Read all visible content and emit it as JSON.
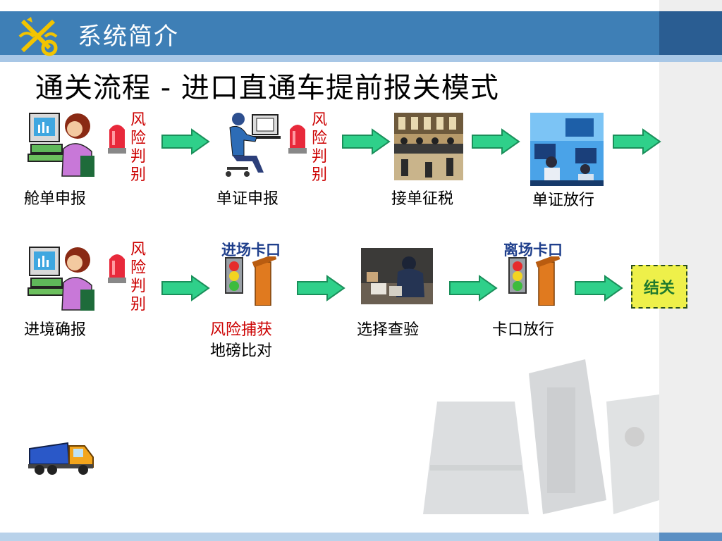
{
  "header": {
    "title": "系统简介",
    "logo_icon": "customs-emblem-icon"
  },
  "page_title": "通关流程 - 进口直通车提前报关模式",
  "row1": {
    "steps": [
      {
        "label": "舱单申报",
        "icon": "computer-operator-icon"
      },
      {
        "label": "单证申报",
        "icon": "seated-operator-icon"
      },
      {
        "label": "接单征税",
        "icon": "customs-hall-photo"
      },
      {
        "label": "单证放行",
        "icon": "control-room-photo"
      }
    ],
    "risk_a": "风险判别",
    "risk_b": "风险判别"
  },
  "row2": {
    "steps": [
      {
        "label": "进境确报",
        "icon": "computer-operator-icon"
      },
      {
        "label_red": "风险捕获",
        "label": "地磅比对",
        "top_label": "进场卡口",
        "icon": "gate-barrier-icon"
      },
      {
        "label": "选择查验",
        "icon": "inspection-photo"
      },
      {
        "label": "卡口放行",
        "top_label": "离场卡口",
        "icon": "gate-barrier-icon"
      }
    ],
    "risk_c": "风险判别",
    "end_label": "结关"
  },
  "truck_icon": "truck-icon",
  "colors": {
    "header": "#3e7fb6",
    "arrow": "#2fd08a",
    "risk": "#cc0000",
    "gate_label": "#1f3f8c",
    "end_box": "#eef04a"
  }
}
